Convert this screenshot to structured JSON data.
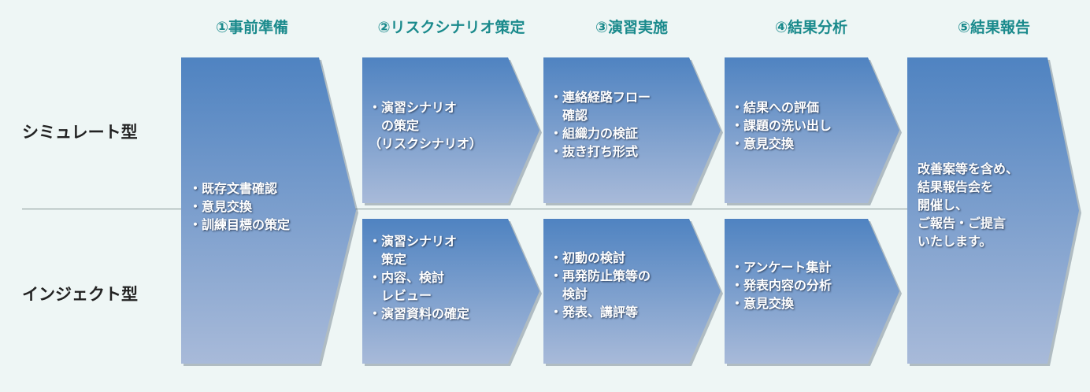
{
  "steps": [
    "①事前準備",
    "②リスクシナリオ策定",
    "③演習実施",
    "④結果分析",
    "⑤結果報告"
  ],
  "rows": [
    "シミュレート型",
    "インジェクト型"
  ],
  "prep": [
    "・既存文書確認",
    "・意見交換",
    "・訓練目標の策定"
  ],
  "simulate": {
    "scenario": [
      "・演習シナリオ",
      "　の策定",
      "（リスクシナリオ）"
    ],
    "exercise": [
      "・連絡経路フロー",
      "　確認",
      "・組織力の検証",
      "・抜き打ち形式"
    ],
    "analysis": [
      "・結果への評価",
      "・課題の洗い出し",
      "・意見交換"
    ]
  },
  "inject": {
    "scenario": [
      "・演習シナリオ",
      "　策定",
      "・内容、検討",
      "　レビュー",
      "・演習資料の確定"
    ],
    "exercise": [
      "・初動の検討",
      "・再発防止策等の",
      "　検討",
      "・発表、講評等"
    ],
    "analysis": [
      "・アンケート集計",
      "・発表内容の分析",
      "・意見交換"
    ]
  },
  "report": [
    "改善案等を含め、",
    "結果報告会を",
    "開催し、",
    "ご報告・ご提言",
    "いたします。"
  ]
}
